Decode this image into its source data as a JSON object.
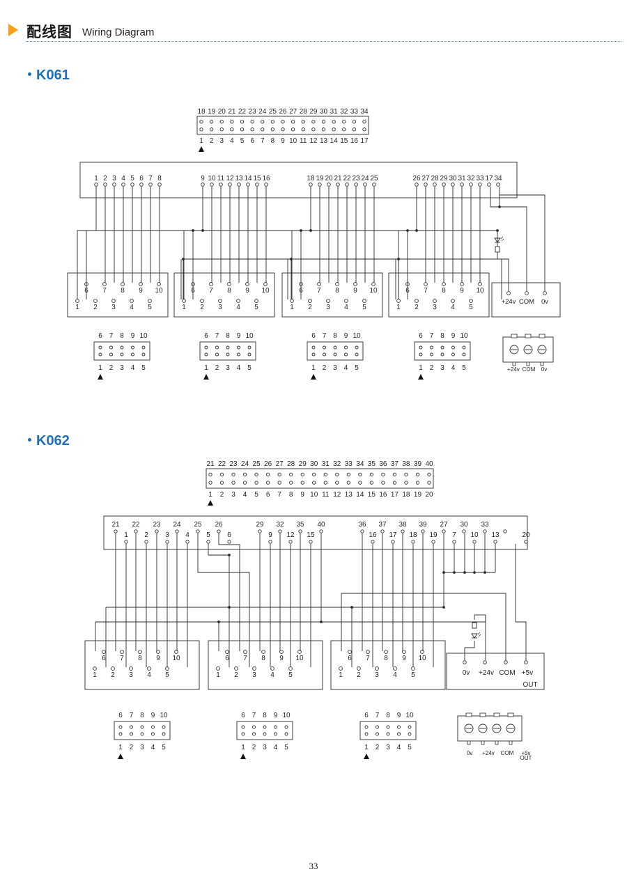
{
  "header": {
    "title_cn": "配线图",
    "title_en": "Wiring Diagram"
  },
  "k061": {
    "title": "K061",
    "main_top_labels": [
      "18",
      "19",
      "20",
      "21",
      "22",
      "23",
      "24",
      "25",
      "26",
      "27",
      "28",
      "29",
      "30",
      "31",
      "32",
      "33",
      "34"
    ],
    "main_bottom_labels": [
      "1",
      "2",
      "3",
      "4",
      "5",
      "6",
      "7",
      "8",
      "9",
      "10",
      "11",
      "12",
      "13",
      "14",
      "15",
      "16",
      "17"
    ],
    "bus_groups": [
      [
        "1",
        "2",
        "3",
        "4",
        "5",
        "6",
        "7",
        "8"
      ],
      [
        "9",
        "10",
        "11",
        "12",
        "13",
        "14",
        "15",
        "16"
      ],
      [
        "18",
        "19",
        "20",
        "21",
        "22",
        "23",
        "24",
        "25"
      ],
      [
        "26",
        "27",
        "28",
        "29",
        "30",
        "31",
        "32",
        "33",
        "17",
        "34"
      ]
    ],
    "terminal_top": [
      "6",
      "7",
      "8",
      "9",
      "10"
    ],
    "terminal_bottom": [
      "1",
      "2",
      "3",
      "4",
      "5"
    ],
    "power_labels": [
      "+24v",
      "COM",
      "0v"
    ]
  },
  "k062": {
    "title": "K062",
    "main_top_labels": [
      "21",
      "22",
      "23",
      "24",
      "25",
      "26",
      "27",
      "28",
      "29",
      "30",
      "31",
      "32",
      "33",
      "34",
      "35",
      "36",
      "37",
      "38",
      "39",
      "40"
    ],
    "main_bottom_labels": [
      "1",
      "2",
      "3",
      "4",
      "5",
      "6",
      "7",
      "8",
      "9",
      "10",
      "11",
      "12",
      "13",
      "14",
      "15",
      "16",
      "17",
      "18",
      "19",
      "20"
    ],
    "bus_top": [
      {
        "t": "21",
        "b": "1"
      },
      {
        "t": "22",
        "b": "2"
      },
      {
        "t": "23",
        "b": "3"
      },
      {
        "t": "24",
        "b": "4"
      },
      {
        "t": "25",
        "b": "5"
      },
      {
        "t": "26",
        "b": "6"
      },
      {
        "t": "29",
        "b": "9"
      },
      {
        "t": "32",
        "b": "12"
      },
      {
        "t": "35",
        "b": "15"
      },
      {
        "t": "40",
        "b": ""
      },
      {
        "t": "36",
        "b": "16"
      },
      {
        "t": "37",
        "b": "17"
      },
      {
        "t": "38",
        "b": "18"
      },
      {
        "t": "39",
        "b": "19"
      },
      {
        "t": "27",
        "b": "7"
      },
      {
        "t": "30",
        "b": "10"
      },
      {
        "t": "33",
        "b": "13"
      },
      {
        "t": "",
        "b": "20"
      }
    ],
    "terminal_top": [
      "6",
      "7",
      "8",
      "9",
      "10"
    ],
    "terminal_bottom": [
      "1",
      "2",
      "3",
      "4",
      "5"
    ],
    "power_labels": [
      "0v",
      "+24v",
      "COM",
      "+5v"
    ],
    "power_out": "OUT",
    "legend_power_labels": [
      "0v",
      "+24v",
      "COM",
      "+5v"
    ],
    "legend_power_out": "OUT"
  },
  "page_number": "33"
}
